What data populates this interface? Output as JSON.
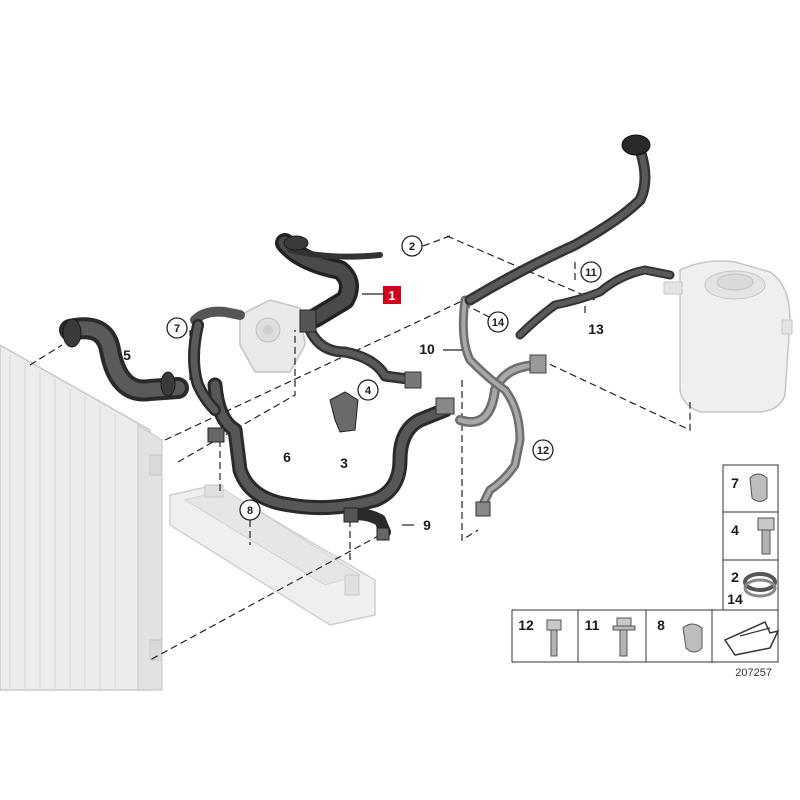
{
  "diagram": {
    "labels": {
      "l1": "1",
      "l2": "2",
      "l3": "3",
      "l4": "4",
      "l5": "5",
      "l6": "6",
      "l7": "7",
      "l8": "8",
      "l9": "9",
      "l10": "10",
      "l11": "11",
      "l12": "12",
      "l13": "13",
      "l14": "14"
    },
    "highlight_color": "#d0021b",
    "hose_color": "#4a4a4a",
    "ghost_color": "#dcdcdc"
  },
  "legend": {
    "cells": [
      {
        "num": "7",
        "part": "hose-clip"
      },
      {
        "num": "4",
        "part": "hex-bolt"
      },
      {
        "num": "2",
        "num2": "14",
        "part": "hose-clamp"
      },
      {
        "num": "12",
        "part": "hex-bolt"
      },
      {
        "num": "11",
        "part": "collar-bolt"
      },
      {
        "num": "8",
        "part": "hose-clip"
      },
      {
        "num": "",
        "part": "arrow-icon"
      }
    ],
    "ref_number": "207257"
  }
}
